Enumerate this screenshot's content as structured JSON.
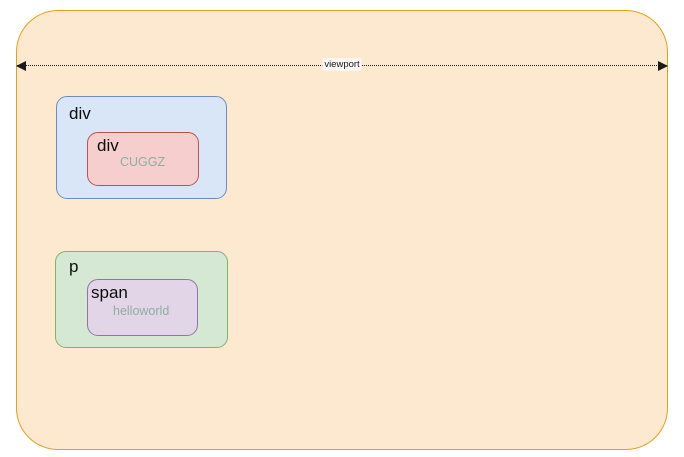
{
  "diagram": {
    "type": "box-model-nesting-diagram",
    "measure": {
      "label": "viewport",
      "arrow": "double-headed-horizontal-dotted"
    },
    "viewport": {
      "name": "viewport",
      "fill": "#fde8d0",
      "stroke": "#e3a116"
    },
    "boxes": [
      {
        "tag": "div",
        "fill": "#d9e6f8",
        "stroke": "#6c8ebf",
        "text": ""
      },
      {
        "tag": "div",
        "fill": "#f6cecd",
        "stroke": "#b85450",
        "text": "CUGGZ"
      },
      {
        "tag": "p",
        "fill": "#d5e8d4",
        "stroke": "#82b366",
        "text": ""
      },
      {
        "tag": "span",
        "fill": "#e1d5e7",
        "stroke": "#9673a6",
        "text": "helloworld"
      }
    ],
    "content_color": "#8fada4"
  }
}
